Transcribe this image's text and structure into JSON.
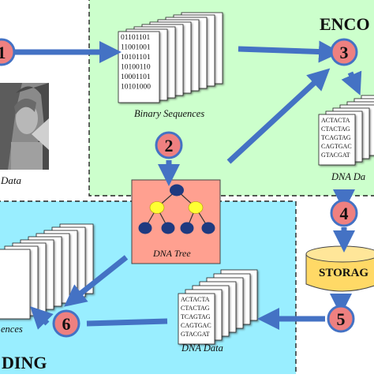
{
  "encoding": {
    "title": "ENCO",
    "binary_caption": "Binary Sequences",
    "dna_caption": "DNA Da",
    "binary_lines": [
      "01101101",
      "11001001",
      "10101101",
      "10100110",
      "10001101",
      "10101000"
    ],
    "dna_lines": [
      "ACTACTA",
      "CTACTAG",
      "TCAGTAG",
      "CAGTGAC",
      "GTACGAT"
    ]
  },
  "image": {
    "caption": "Data"
  },
  "dna_tree": {
    "label": "DNA Tree"
  },
  "storage": {
    "label": "STORAG"
  },
  "decoding": {
    "title": "DING",
    "binary_caption": "ences",
    "dna_caption": "DNA Data",
    "dna_lines": [
      "ACTACTA",
      "CTACTAG",
      "TCAGTAG",
      "CAGTGAC",
      "GTACGAT"
    ]
  },
  "steps": [
    "1",
    "2",
    "3",
    "4",
    "5",
    "6"
  ],
  "colors": {
    "encoding_bg": "#ccffcc",
    "decoding_bg": "#99eeff",
    "tree_box": "#ffa090",
    "storage": "#ffd966",
    "arrow": "#4472c4",
    "step_circle": "#ee8080",
    "node_dark": "#1f3a80",
    "node_yellow": "#ffff33"
  }
}
